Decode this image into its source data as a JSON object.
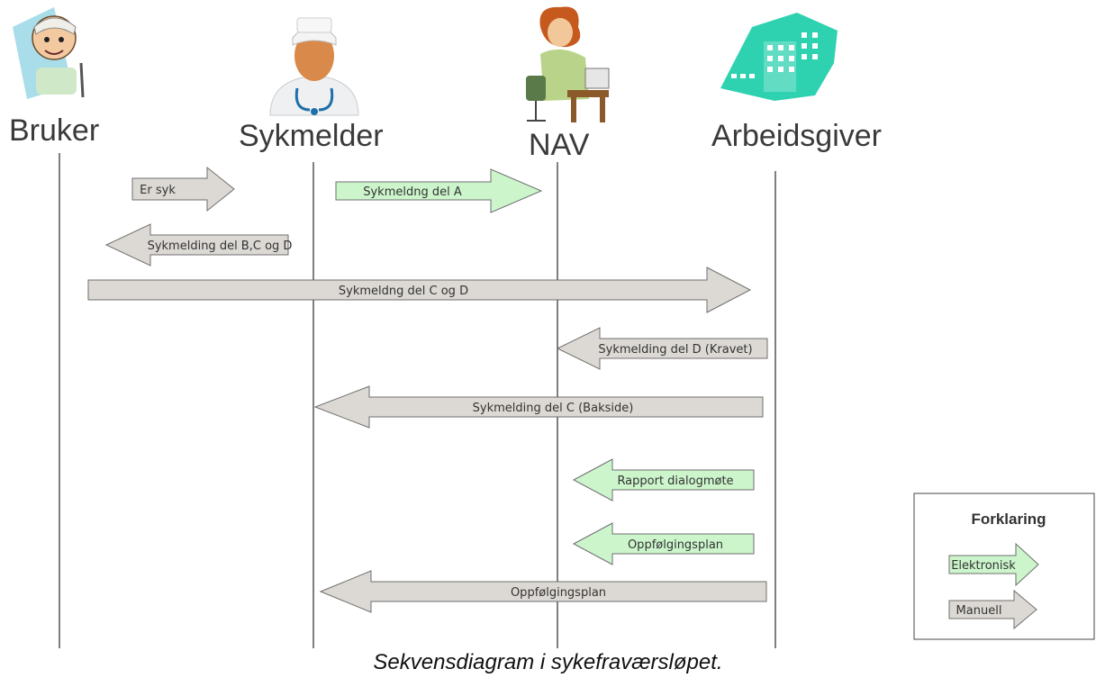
{
  "colors": {
    "electronic": "#ccf5cc",
    "manual": "#dcd9d4",
    "arrow_border": "#6f6f6f",
    "lifeline": "#555555",
    "building": "#2ed2b0"
  },
  "actors": [
    {
      "key": "bruker",
      "label": "Bruker",
      "icon": "patient-icon"
    },
    {
      "key": "sykmelder",
      "label": "Sykmelder",
      "icon": "doctor-icon"
    },
    {
      "key": "nav",
      "label": "NAV",
      "icon": "office-worker-icon"
    },
    {
      "key": "arbeidsgiver",
      "label": "Arbeidsgiver",
      "icon": "building-icon"
    }
  ],
  "messages": [
    {
      "label": "Er syk",
      "from": "Bruker",
      "to": "Sykmelder",
      "type": "Manuell"
    },
    {
      "label": "Sykmeldng  del A",
      "from": "Sykmelder",
      "to": "NAV",
      "type": "Elektronisk"
    },
    {
      "label": "Sykmelding  del B,C og D",
      "from": "Sykmelder",
      "to": "Bruker",
      "type": "Manuell"
    },
    {
      "label": "Sykmeldng  del C og D",
      "from": "Bruker",
      "to": "Arbeidsgiver",
      "type": "Manuell"
    },
    {
      "label": "Sykmelding  del D (Kravet)",
      "from": "Arbeidsgiver",
      "to": "NAV",
      "type": "Manuell"
    },
    {
      "label": "Sykmelding  del C (Bakside)",
      "from": "Arbeidsgiver",
      "to": "Sykmelder",
      "type": "Manuell"
    },
    {
      "label": "Rapport dialogmøte",
      "from": "Arbeidsgiver",
      "to": "NAV",
      "type": "Elektronisk"
    },
    {
      "label": "Oppfølgingsplan",
      "from": "Arbeidsgiver",
      "to": "NAV",
      "type": "Elektronisk"
    },
    {
      "label": "Oppfølgingsplan",
      "from": "Arbeidsgiver",
      "to": "Sykmelder",
      "type": "Manuell"
    }
  ],
  "legend": {
    "title": "Forklaring",
    "electronic_label": "Elektronisk",
    "manual_label": "Manuell"
  },
  "caption": "Sekvensdiagram i sykefraværsløpet."
}
